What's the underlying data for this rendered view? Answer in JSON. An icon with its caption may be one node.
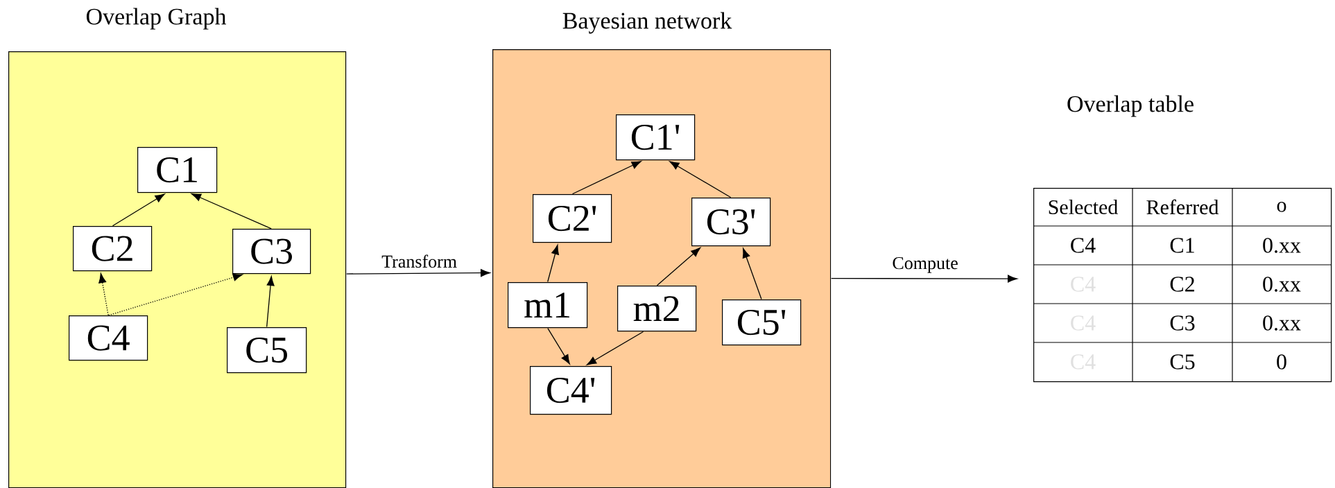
{
  "diagram": {
    "nodes": [
      {
        "text": [
          "Overlap Graph"
        ]
      },
      {
        "text": [
          "C1"
        ],
        "in": 0
      },
      {
        "text": [
          "C2"
        ],
        "in": 0
      },
      {
        "text": [
          "C3"
        ],
        "in": 0
      },
      {
        "text": [
          "C4"
        ],
        "in": 0
      },
      {
        "text": [
          "C5"
        ],
        "in": 0
      },
      {
        "text": [
          "Bayesian network"
        ]
      },
      {
        "text": [
          "C1'"
        ],
        "in": 6
      },
      {
        "text": [
          "C2'"
        ],
        "in": 6
      },
      {
        "text": [
          "C3'"
        ],
        "in": 6
      },
      {
        "text": [
          "m1"
        ],
        "in": 6
      },
      {
        "text": [
          "m2"
        ],
        "in": 6
      },
      {
        "text": [
          "C5'"
        ],
        "in": 6
      },
      {
        "text": [
          "C4'"
        ],
        "in": 6
      },
      {
        "text": [
          "Overlap table"
        ]
      }
    ],
    "edges": [
      {
        "from": 2,
        "to": 1,
        "arrow": "to"
      },
      {
        "from": 3,
        "to": 1,
        "arrow": "to"
      },
      {
        "from": 4,
        "to": 2,
        "arrow": "to",
        "style": "dashed"
      },
      {
        "from": 4,
        "to": 3,
        "arrow": "to",
        "style": "dashed"
      },
      {
        "from": 5,
        "to": 3,
        "arrow": "to"
      },
      {
        "from": 0,
        "to": 6,
        "arrow": "to",
        "label": "Transform"
      },
      {
        "from": 8,
        "to": 7,
        "arrow": "to"
      },
      {
        "from": 9,
        "to": 7,
        "arrow": "to"
      },
      {
        "from": 10,
        "to": 8,
        "arrow": "to"
      },
      {
        "from": 11,
        "to": 9,
        "arrow": "to"
      },
      {
        "from": 12,
        "to": 9,
        "arrow": "to"
      },
      {
        "from": 10,
        "to": 13,
        "arrow": "to"
      },
      {
        "from": 11,
        "to": 13,
        "arrow": "to"
      },
      {
        "from": 6,
        "to": 14,
        "arrow": "to",
        "label": "Compute"
      }
    ],
    "labels": [
      "Selected",
      "Referred",
      "o",
      "C4",
      "C1",
      "0.xx",
      "C4",
      "C2",
      "0.xx",
      "C4",
      "C3",
      "0.xx",
      "C4",
      "C5",
      "0"
    ]
  }
}
